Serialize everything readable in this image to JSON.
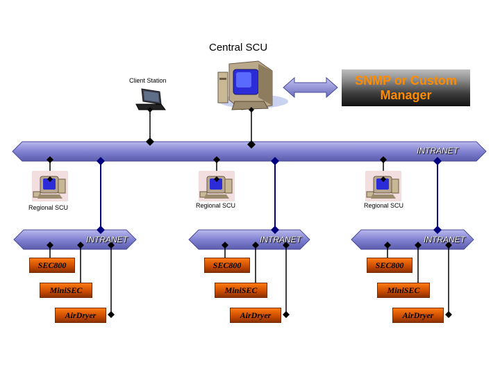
{
  "title": "Central SCU",
  "client_station": "Client Station",
  "manager_label": "SNMP or Custom\nManager",
  "main_bus_label": "INTRANET",
  "regional": [
    {
      "label": "Regional SCU",
      "bus_label": "INTRANET",
      "devices": [
        "SEC800",
        "MiniSEC",
        "AirDryer"
      ]
    },
    {
      "label": "Regional SCU",
      "bus_label": "INTRANET",
      "devices": [
        "SEC800",
        "MiniSEC",
        "AirDryer"
      ]
    },
    {
      "label": "Regional SCU",
      "bus_label": "INTRANET",
      "devices": [
        "SEC800",
        "MiniSEC",
        "AirDryer"
      ]
    }
  ],
  "colors": {
    "bus": "#8a8ad6",
    "bus_dark": "#5a5aa8",
    "link": "#000080",
    "device": "#e06010",
    "manager_text": "#ff8c00"
  }
}
